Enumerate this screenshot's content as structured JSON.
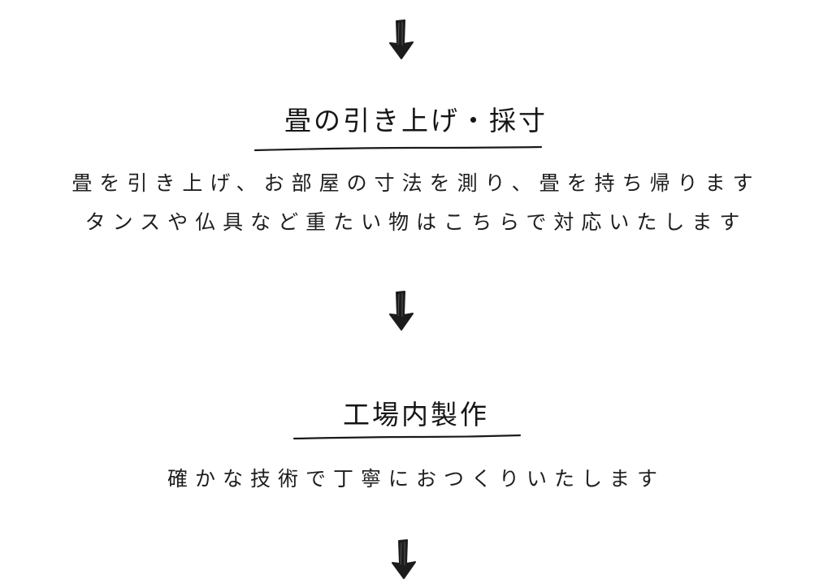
{
  "steps": [
    {
      "title": "畳の引き上げ・採寸",
      "lines": [
        "畳を引き上げ、お部屋の寸法を測り、畳を持ち帰ります",
        "タンスや仏具など重たい物はこちらで対応いたします"
      ]
    },
    {
      "title": "工場内製作",
      "lines": [
        "確かな技術で丁寧におつくりいたします"
      ]
    }
  ],
  "icons": {
    "arrow": "down-arrow-icon",
    "underline": "hand-drawn-underline"
  }
}
